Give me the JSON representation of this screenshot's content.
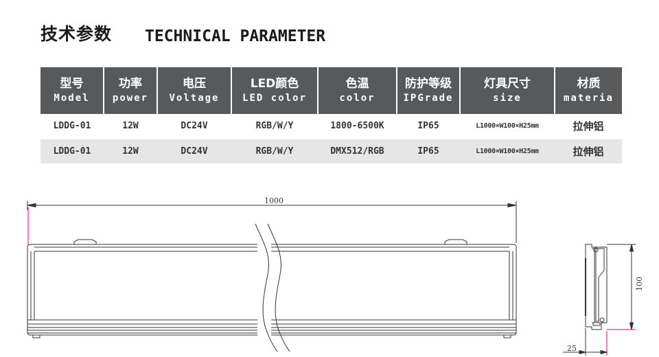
{
  "heading": {
    "cn": "技术参数",
    "en": "TECHNICAL PARAMETER"
  },
  "table": {
    "columns": [
      {
        "cn": "型号",
        "en": "Model"
      },
      {
        "cn": "功率",
        "en": "power"
      },
      {
        "cn": "电压",
        "en": "Voltage"
      },
      {
        "cn": "LED颜色",
        "en": "LED color"
      },
      {
        "cn": "色温",
        "en": "color"
      },
      {
        "cn": "防护等级",
        "en": "IPGrade"
      },
      {
        "cn": "灯具尺寸",
        "en": "size"
      },
      {
        "cn": "材质",
        "en": "materia"
      }
    ],
    "rows": [
      [
        "LDDG-01",
        "12W",
        "DC24V",
        "RGB/W/Y",
        "1800-6500K",
        "IP65",
        "L1000×W100×H25mm",
        "拉伸铝"
      ],
      [
        "LDDG-01",
        "12W",
        "DC24V",
        "RGB/W/Y",
        "DMX512/RGB",
        "IP65",
        "L1000×W100×H25mm",
        "拉伸铝"
      ]
    ]
  },
  "drawing": {
    "length_label": "1000",
    "height_label": "100",
    "depth_label": "25",
    "line_color": "#333333",
    "accent_color": "#e0007a"
  }
}
